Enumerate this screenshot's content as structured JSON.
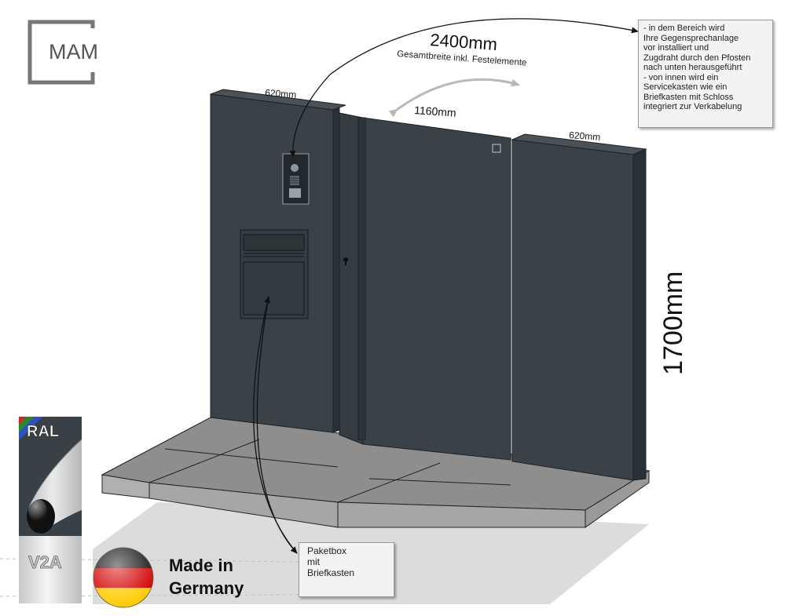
{
  "logo": {
    "text": "MAM"
  },
  "dimensions": {
    "total_width": "2400mm",
    "total_width_caption": "Gesamtbreite inkl. Festelemente",
    "left_panel_width": "620mm",
    "gate_width": "1160mm",
    "right_panel_width": "620mm",
    "height": "1700mm"
  },
  "notes": {
    "intercom": "- in dem Bereich wird\nIhre Gegensprechanlage\nvor installiert und\nZugdraht durch den Pfosten\nnach unten herausgeführt\n- von innen wird ein\nServicekasten wie ein\nBriefkasten mit Schloss\nintegriert zur Verkabelung",
    "paketbox": "Paketbox\nmit\nBriefkasten"
  },
  "badges": {
    "ral": "RAL",
    "v2a": "V2A",
    "made_in_line1": "Made in",
    "made_in_line2": "Germany"
  },
  "colors": {
    "panel": "#3b4247",
    "panel_dark": "#2a3034",
    "floor": "#8d8d8d",
    "floor_side": "#a8a8a8",
    "flag_black": "#111111",
    "flag_red": "#d40000",
    "flag_gold": "#ffcc00"
  }
}
